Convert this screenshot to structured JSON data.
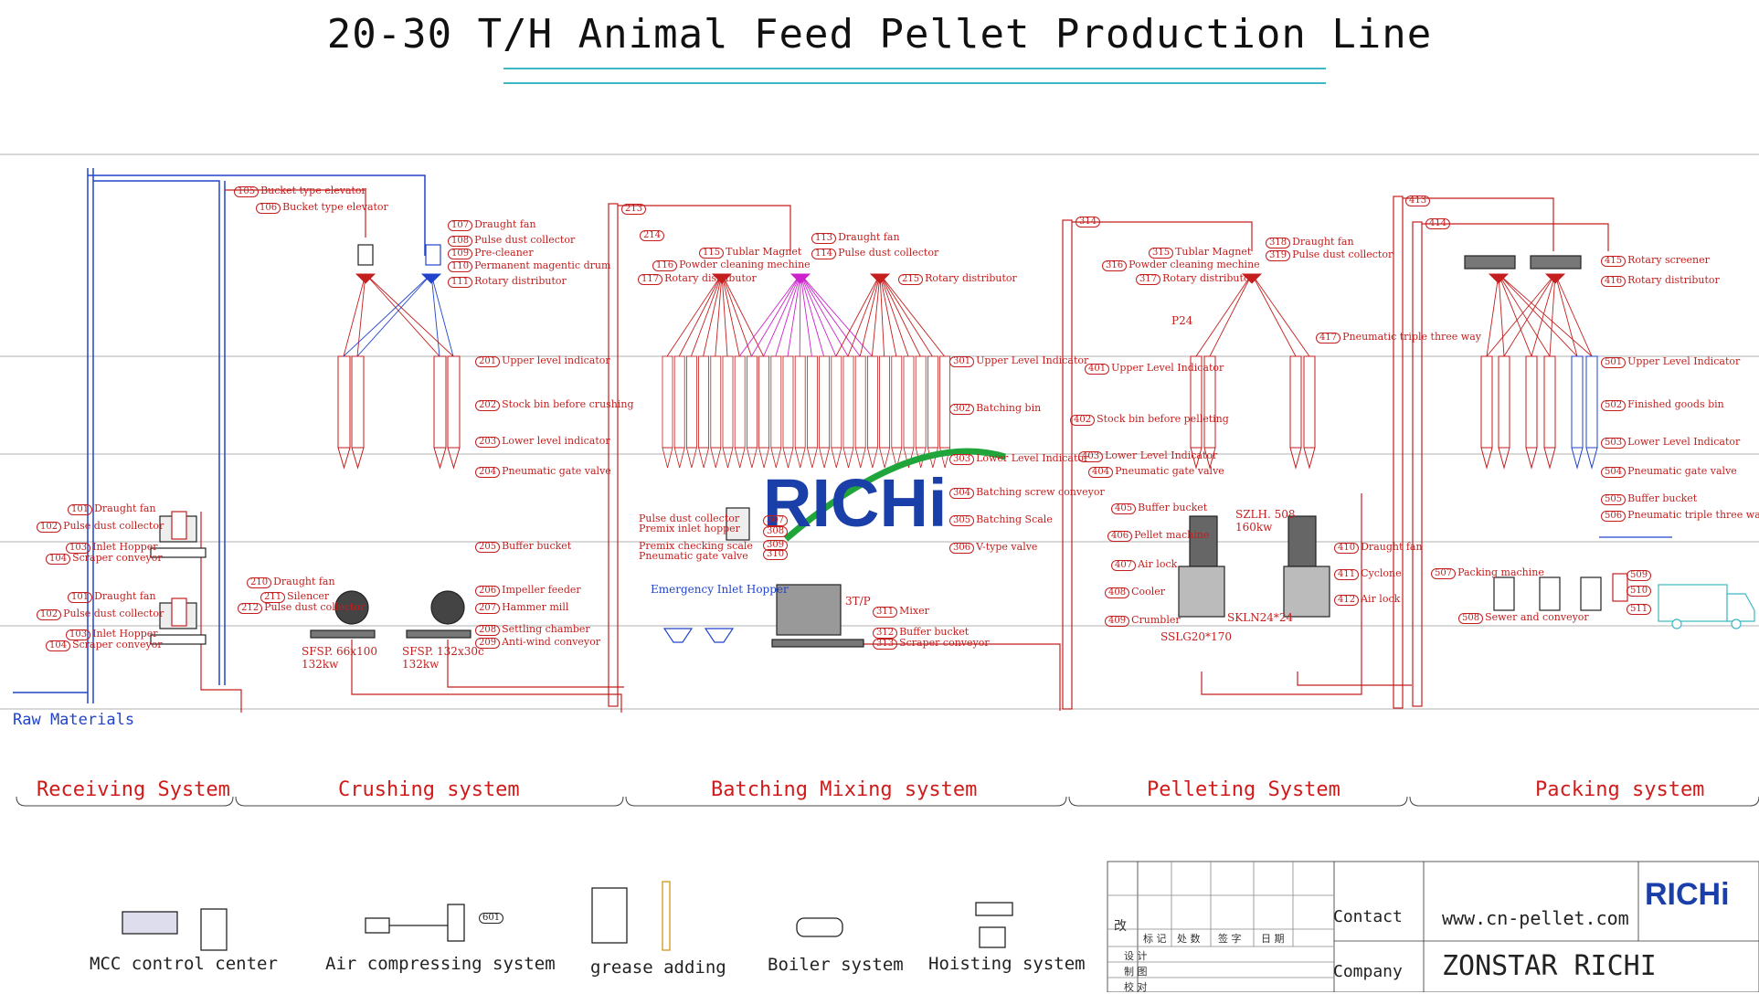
{
  "title": "20-30 T/H Animal Feed Pellet Production Line",
  "raw_materials": "Raw Materials",
  "systems": [
    "Receiving System",
    "Crushing system",
    "Batching Mixing system",
    "Pelleting System",
    "Packing system"
  ],
  "receiving_labels": [
    {
      "text": "Draught fan",
      "n": "101"
    },
    {
      "text": "Pulse dust collector",
      "n": "102"
    },
    {
      "text": "Inlet Hopper",
      "n": "103"
    },
    {
      "text": "Scraper conveyor",
      "n": "104"
    },
    {
      "text": "Draught fan",
      "n": "101"
    },
    {
      "text": "Pulse dust collector",
      "n": "102"
    },
    {
      "text": "Inlet Hopper",
      "n": "103"
    },
    {
      "text": "Scraper conveyor",
      "n": "104"
    }
  ],
  "crushing_labels": [
    {
      "text": "Bucket type elevator",
      "n": "105"
    },
    {
      "text": "Bucket type elevator",
      "n": "106"
    },
    {
      "text": "Draught fan",
      "n": "107"
    },
    {
      "text": "Pulse dust collector",
      "n": "108"
    },
    {
      "text": "Pre-cleaner",
      "n": "109"
    },
    {
      "text": "Permanent magentic drum",
      "n": "110"
    },
    {
      "text": "Rotary distributor",
      "n": "111"
    },
    {
      "text": "Upper level indicator",
      "n": "201"
    },
    {
      "text": "Stock bin before crushing",
      "n": "202"
    },
    {
      "text": "Lower level indicator",
      "n": "203"
    },
    {
      "text": "Pneumatic gate valve",
      "n": "204"
    },
    {
      "text": "Buffer bucket",
      "n": "205"
    },
    {
      "text": "Impeller feeder",
      "n": "206"
    },
    {
      "text": "Hammer mill",
      "n": "207"
    },
    {
      "text": "Settling chamber",
      "n": "208"
    },
    {
      "text": "Anti-wind conveyor",
      "n": "209"
    },
    {
      "text": "Draught fan",
      "n": "210"
    },
    {
      "text": "Silencer",
      "n": "211"
    },
    {
      "text": "Pulse dust collector",
      "n": "212"
    }
  ],
  "mills": [
    {
      "model": "SFSP. 66x100",
      "power": "132kw"
    },
    {
      "model": "SFSP. 132x30c",
      "power": "132kw"
    }
  ],
  "batching_labels": [
    {
      "text": "",
      "n": "213"
    },
    {
      "text": "",
      "n": "214"
    },
    {
      "text": "Draught fan",
      "n": "113"
    },
    {
      "text": "Pulse dust collector",
      "n": "114"
    },
    {
      "text": "Tublar Magnet",
      "n": "115"
    },
    {
      "text": "Powder cleaning mechine",
      "n": "116"
    },
    {
      "text": "Rotary distributor",
      "n": "117"
    },
    {
      "text": "Rotary distributor",
      "n": "215"
    },
    {
      "text": "Upper Level Indicator",
      "n": "301"
    },
    {
      "text": "Batching bin",
      "n": "302"
    },
    {
      "text": "Lower Level Indicator",
      "n": "303"
    },
    {
      "text": "Batching screw conveyor",
      "n": "304"
    },
    {
      "text": "Batching Scale",
      "n": "305"
    },
    {
      "text": "V-type valve",
      "n": "306"
    },
    {
      "text": "Pulse dust collector",
      "n": ""
    },
    {
      "text": "Premix inlet hopper",
      "n": ""
    },
    {
      "text": "Premix checking scale",
      "n": ""
    },
    {
      "text": "Pneumatic gate valve",
      "n": ""
    },
    {
      "text": "",
      "n": "307"
    },
    {
      "text": "",
      "n": "308"
    },
    {
      "text": "",
      "n": "309"
    },
    {
      "text": "",
      "n": "310"
    },
    {
      "text": "Mixer",
      "n": "311"
    },
    {
      "text": "Buffer bucket",
      "n": "312"
    },
    {
      "text": "Scraper conveyor",
      "n": "313"
    }
  ],
  "emergency_hopper": "Emergency Inlet Hopper",
  "mixer_cap": "3T/P",
  "pelleting_labels": [
    {
      "text": "",
      "n": "314"
    },
    {
      "text": "Tublar Magnet",
      "n": "315"
    },
    {
      "text": "Powder cleaning mechine",
      "n": "316"
    },
    {
      "text": "Rotary distributor",
      "n": "317"
    },
    {
      "text": "Draught fan",
      "n": "318"
    },
    {
      "text": "Pulse dust collector",
      "n": "319"
    },
    {
      "text": "Upper Level Indicator",
      "n": "401"
    },
    {
      "text": "Stock bin before pelleting",
      "n": "402"
    },
    {
      "text": "Lower Level Indicator",
      "n": "403"
    },
    {
      "text": "Pneumatic gate valve",
      "n": "404"
    },
    {
      "text": "Buffer bucket",
      "n": "405"
    },
    {
      "text": "Pellet machine",
      "n": "406"
    },
    {
      "text": "Air lock",
      "n": "407"
    },
    {
      "text": "Cooler",
      "n": "408"
    },
    {
      "text": "Crumbler",
      "n": "409"
    },
    {
      "text": "Draught fan",
      "n": "410"
    },
    {
      "text": "Cyclone",
      "n": "411"
    },
    {
      "text": "Air lock",
      "n": "412"
    },
    {
      "text": "Pneumatic triple three way",
      "n": "417"
    }
  ],
  "pellet_notes": [
    "P24",
    "SZLH. 508",
    "160kw",
    "SKLN24*24",
    "SSLG20*170"
  ],
  "packing_labels": [
    {
      "text": "",
      "n": "413"
    },
    {
      "text": "",
      "n": "414"
    },
    {
      "text": "Rotary screener",
      "n": "415"
    },
    {
      "text": "Rotary distributor",
      "n": "416"
    },
    {
      "text": "Upper Level Indicator",
      "n": "501"
    },
    {
      "text": "Finished goods bin",
      "n": "502"
    },
    {
      "text": "Lower Level Indicator",
      "n": "503"
    },
    {
      "text": "Pneumatic gate valve",
      "n": "504"
    },
    {
      "text": "Buffer bucket",
      "n": "505"
    },
    {
      "text": "Pneumatic triple three way",
      "n": "506"
    },
    {
      "text": "Packing machine",
      "n": "507"
    },
    {
      "text": "Sewer and conveyor",
      "n": "508"
    },
    {
      "text": "",
      "n": "509"
    },
    {
      "text": "",
      "n": "510"
    },
    {
      "text": "",
      "n": "511"
    }
  ],
  "aux": [
    "MCC control center",
    "Air compressing system",
    "grease adding",
    "Boiler system",
    "Hoisting system"
  ],
  "aux_num": "601",
  "logo": "RICHi",
  "title_block": {
    "left_marks": [
      "改",
      "标 记",
      "处 数",
      "签 字",
      "日 期",
      "设 计",
      "制 图",
      "校 对"
    ],
    "contact_label": "Contact",
    "contact_value": "www.cn-pellet.com",
    "company_label": "Company",
    "company_value": "ZONSTAR RICHI"
  },
  "colors": {
    "red": "#c41e1e",
    "blue": "#2244cc",
    "magenta": "#cc22cc",
    "green": "#1fa53a",
    "navy": "#1a3fa8",
    "cyan": "#3cb7c4"
  }
}
